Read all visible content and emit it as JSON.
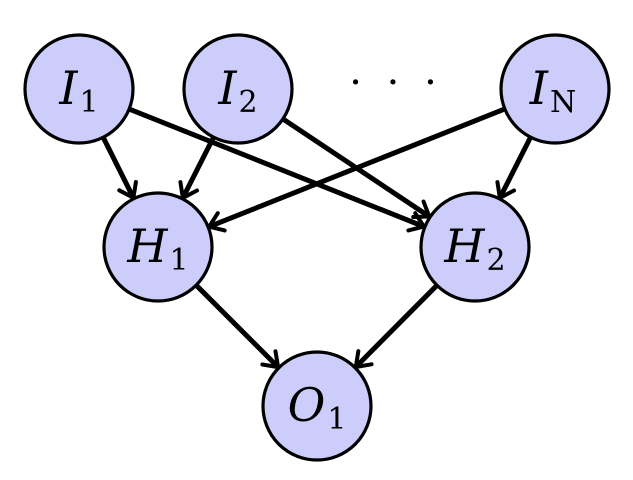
{
  "nodes": {
    "i1": {
      "label": "I",
      "subscript": "1"
    },
    "i2": {
      "label": "I",
      "subscript": "2"
    },
    "in": {
      "label": "I",
      "subscript": "N"
    },
    "h1": {
      "label": "H",
      "subscript": "1"
    },
    "h2": {
      "label": "H",
      "subscript": "2"
    },
    "o1": {
      "label": "O",
      "subscript": "1"
    }
  },
  "ellipsis": "· · ·",
  "edges": [
    {
      "from": "i1",
      "to": "h1"
    },
    {
      "from": "i1",
      "to": "h2"
    },
    {
      "from": "i2",
      "to": "h1"
    },
    {
      "from": "i2",
      "to": "h2"
    },
    {
      "from": "in",
      "to": "h1"
    },
    {
      "from": "in",
      "to": "h2"
    },
    {
      "from": "h1",
      "to": "o1"
    },
    {
      "from": "h2",
      "to": "o1"
    }
  ],
  "colors": {
    "node_fill": "#cccdfa",
    "stroke": "#000000",
    "background": "#ffffff"
  }
}
